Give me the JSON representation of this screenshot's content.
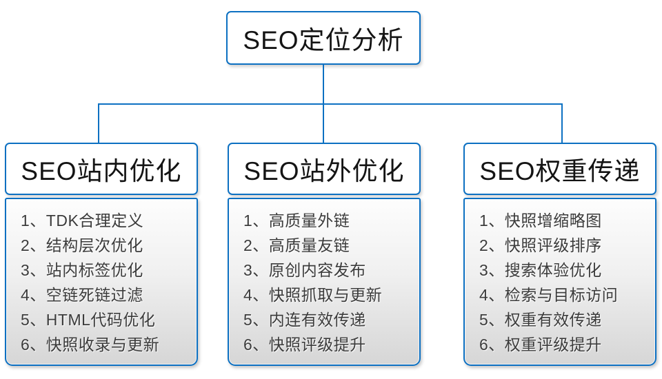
{
  "colors": {
    "accent": "#0c70c2",
    "list_text": "#3b3b3b",
    "title_text": "#141414",
    "list_bg_top": "#fdfdfd",
    "list_bg_bottom": "#d6d6d6"
  },
  "root": {
    "title": "SEO定位分析"
  },
  "columns": [
    {
      "title": "SEO站内优化",
      "items": [
        "1、TDK合理定义",
        "2、结构层次优化",
        "3、站内标签优化",
        "4、空链死链过滤",
        "5、HTML代码优化",
        "6、快照收录与更新"
      ]
    },
    {
      "title": "SEO站外优化",
      "items": [
        "1、高质量外链",
        "2、高质量友链",
        "3、原创内容发布",
        "4、快照抓取与更新",
        "5、内连有效传递",
        "6、快照评级提升"
      ]
    },
    {
      "title": "SEO权重传递",
      "items": [
        "1、快照增缩略图",
        "2、快照评级排序",
        "3、搜索体验优化",
        "4、检索与目标访问",
        "5、权重有效传递",
        "6、权重评级提升"
      ]
    }
  ]
}
